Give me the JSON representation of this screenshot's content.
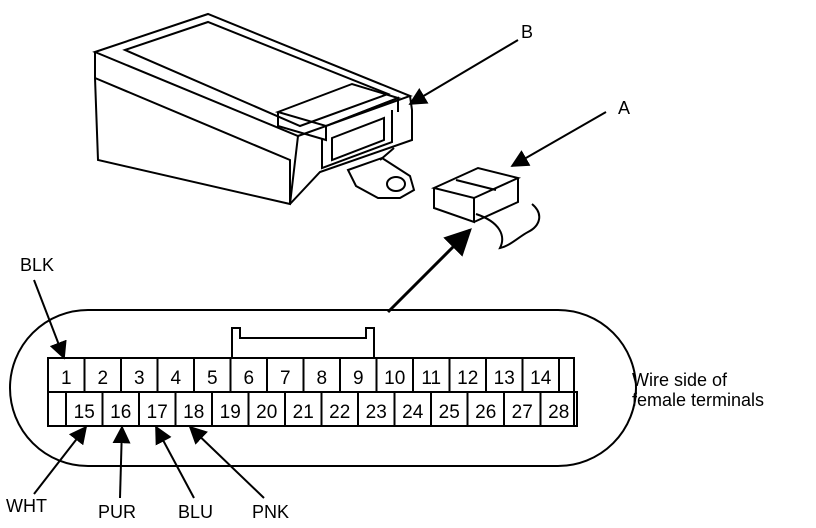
{
  "callouts": {
    "unit_label": "B",
    "connector_label": "A"
  },
  "side_note": {
    "line1": "Wire side of",
    "line2": "female terminals"
  },
  "terminals": {
    "top_row": [
      "1",
      "2",
      "3",
      "4",
      "5",
      "6",
      "7",
      "8",
      "9",
      "10",
      "11",
      "12",
      "13",
      "14"
    ],
    "bottom_row": [
      "15",
      "16",
      "17",
      "18",
      "19",
      "20",
      "21",
      "22",
      "23",
      "24",
      "25",
      "26",
      "27",
      "28"
    ]
  },
  "wire_colors": {
    "pin1": "BLK",
    "pin15": "WHT",
    "pin16": "PUR",
    "pin17": "BLU",
    "pin18": "PNK"
  }
}
